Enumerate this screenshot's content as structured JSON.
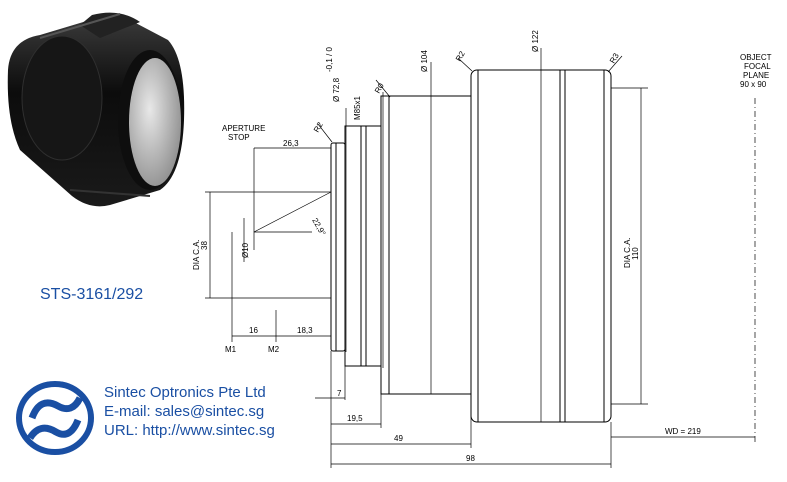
{
  "product": {
    "model": "STS-3161/292"
  },
  "company": {
    "name": "Sintec Optronics Pte Ltd",
    "email": "E-mail: sales@sintec.sg",
    "url": "URL: http://www.sintec.sg",
    "logo_icon": "sintec-logo-icon"
  },
  "drawing": {
    "aperture_stop": [
      "APERTURE",
      "STOP"
    ],
    "object_focal_plane": [
      "OBJECT",
      "FOCAL",
      "PLANE",
      "90 x 90"
    ],
    "dia_ca_left": [
      "DIA C.A.",
      "38"
    ],
    "dia_ca_right": [
      "DIA C.A.",
      "110"
    ],
    "dims": {
      "d26_3": "26,3",
      "angle": "22,9°",
      "phi10": "Ø10",
      "d16": "16",
      "d18_3": "18,3",
      "m1": "M1",
      "m2": "M2",
      "d7": "7",
      "d19_5": "19,5",
      "d49": "49",
      "d98": "98",
      "wd": "WD = 219",
      "phi72_8": "Ø 72,8",
      "tol": "-0,1 / 0",
      "m85": "M85x1",
      "r2a": "R2",
      "r0": "R0",
      "phi104": "Ø 104",
      "r2b": "R2",
      "phi122": "Ø 122",
      "r3": "R3"
    }
  },
  "colors": {
    "brand": "#1a4fa3",
    "line": "#000000"
  }
}
